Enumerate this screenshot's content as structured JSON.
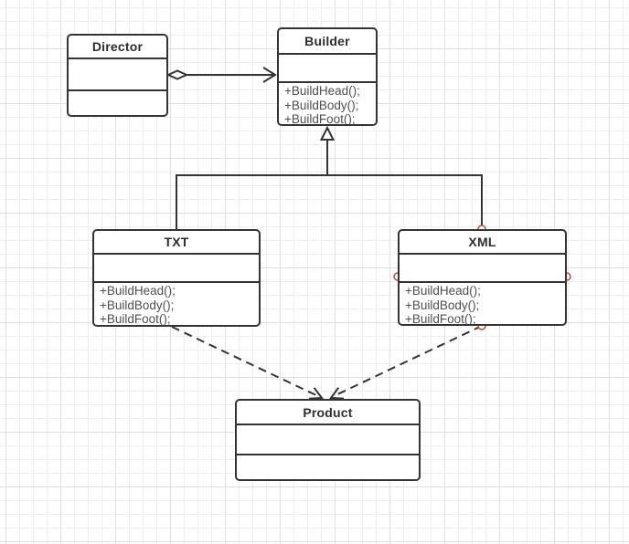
{
  "diagram": {
    "classes": {
      "director": {
        "name": "Director",
        "attributes": [],
        "methods": []
      },
      "builder": {
        "name": "Builder",
        "attributes": [],
        "methods": [
          "+BuildHead();",
          "+BuildBody();",
          "+BuildFoot();"
        ]
      },
      "txt": {
        "name": "TXT",
        "attributes": [],
        "methods": [
          "+BuildHead();",
          "+BuildBody();",
          "+BuildFoot();"
        ]
      },
      "xml": {
        "name": "XML",
        "attributes": [],
        "methods": [
          "+BuildHead();",
          "+BuildBody();",
          "+BuildFoot();"
        ]
      },
      "product": {
        "name": "Product",
        "attributes": [],
        "methods": []
      }
    },
    "relationships": [
      {
        "from": "Director",
        "to": "Builder",
        "type": "aggregation",
        "line": "solid",
        "head": "open-arrow",
        "tail": "hollow-diamond"
      },
      {
        "from": "TXT",
        "to": "Builder",
        "type": "generalization",
        "line": "solid",
        "head": "hollow-triangle"
      },
      {
        "from": "XML",
        "to": "Builder",
        "type": "generalization",
        "line": "solid",
        "head": "hollow-triangle"
      },
      {
        "from": "TXT",
        "to": "Product",
        "type": "dependency",
        "line": "dashed",
        "head": "open-arrow"
      },
      {
        "from": "XML",
        "to": "Product",
        "type": "dependency",
        "line": "dashed",
        "head": "open-arrow"
      }
    ],
    "colors": {
      "shape_stroke": "#333333",
      "shape_fill": "#ffffff",
      "title_text": "#2d2d2d",
      "method_text": "#4f4f4f",
      "grid_minor": "#eeeeee",
      "grid_major": "#dfdfdf",
      "connection_point": "#b94a48"
    }
  }
}
